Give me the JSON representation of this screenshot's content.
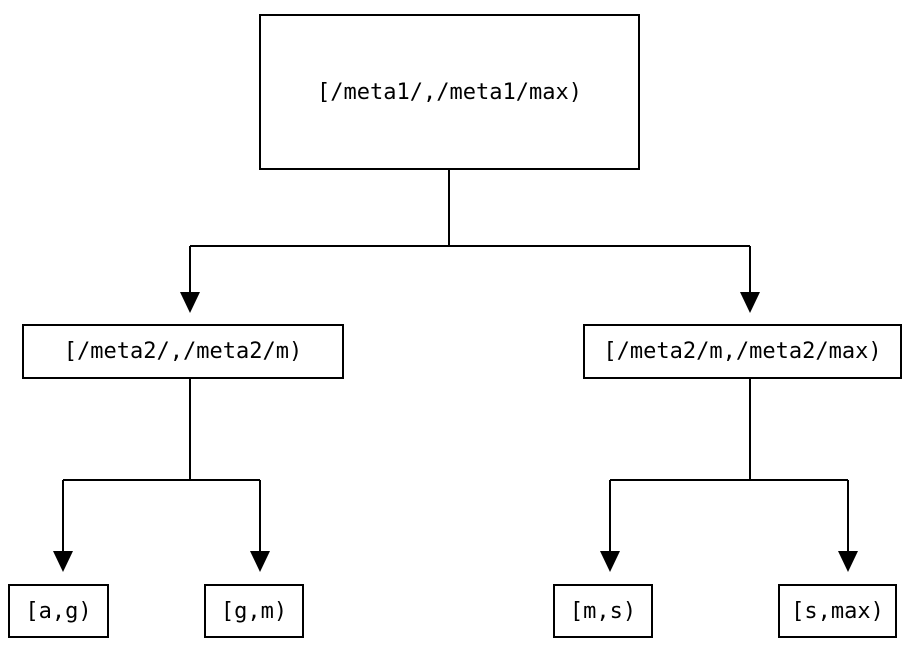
{
  "colors": {
    "background": "#ffffff",
    "line": "#000000",
    "text": "#000000",
    "node_border": "#000000",
    "node_fill": "#ffffff"
  },
  "nodes": {
    "root": {
      "label": "[/meta1/,/meta1/max)"
    },
    "meta2_low": {
      "label": "[/meta2/,/meta2/m)"
    },
    "meta2_high": {
      "label": "[/meta2/m,/meta2/max)"
    },
    "leaf_ag": {
      "label": "[a,g)"
    },
    "leaf_gm": {
      "label": "[g,m)"
    },
    "leaf_ms": {
      "label": "[m,s)"
    },
    "leaf_smax": {
      "label": "[s,max)"
    }
  },
  "edges": [
    {
      "from": "root",
      "to": "meta2_low"
    },
    {
      "from": "root",
      "to": "meta2_high"
    },
    {
      "from": "meta2_low",
      "to": "leaf_ag"
    },
    {
      "from": "meta2_low",
      "to": "leaf_gm"
    },
    {
      "from": "meta2_high",
      "to": "leaf_ms"
    },
    {
      "from": "meta2_high",
      "to": "leaf_smax"
    }
  ]
}
